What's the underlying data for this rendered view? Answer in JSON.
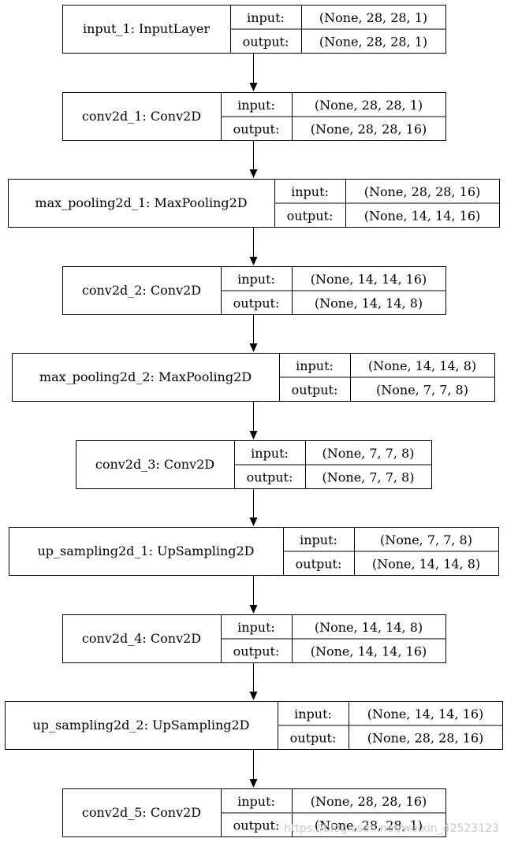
{
  "layers": [
    {
      "name": "input_1: InputLayer",
      "input_label": "input:",
      "output_label": "output:",
      "input_shape": "(None, 28, 28, 1)",
      "output_shape": "(None, 28, 28, 1)"
    },
    {
      "name": "conv2d_1: Conv2D",
      "input_label": "input:",
      "output_label": "output:",
      "input_shape": "(None, 28, 28, 1)",
      "output_shape": "(None, 28, 28, 16)"
    },
    {
      "name": "max_pooling2d_1: MaxPooling2D",
      "input_label": "input:",
      "output_label": "output:",
      "input_shape": "(None, 28, 28, 16)",
      "output_shape": "(None, 14, 14, 16)"
    },
    {
      "name": "conv2d_2: Conv2D",
      "input_label": "input:",
      "output_label": "output:",
      "input_shape": "(None, 14, 14, 16)",
      "output_shape": "(None, 14, 14, 8)"
    },
    {
      "name": "max_pooling2d_2: MaxPooling2D",
      "input_label": "input:",
      "output_label": "output:",
      "input_shape": "(None, 14, 14, 8)",
      "output_shape": "(None, 7, 7, 8)"
    },
    {
      "name": "conv2d_3: Conv2D",
      "input_label": "input:",
      "output_label": "output:",
      "input_shape": "(None, 7, 7, 8)",
      "output_shape": "(None, 7, 7, 8)"
    },
    {
      "name": "up_sampling2d_1: UpSampling2D",
      "input_label": "input:",
      "output_label": "output:",
      "input_shape": "(None, 7, 7, 8)",
      "output_shape": "(None, 14, 14, 8)"
    },
    {
      "name": "conv2d_4: Conv2D",
      "input_label": "input:",
      "output_label": "output:",
      "input_shape": "(None, 14, 14, 8)",
      "output_shape": "(None, 14, 14, 16)"
    },
    {
      "name": "up_sampling2d_2: UpSampling2D",
      "input_label": "input:",
      "output_label": "output:",
      "input_shape": "(None, 14, 14, 16)",
      "output_shape": "(None, 28, 28, 16)"
    },
    {
      "name": "conv2d_5: Conv2D",
      "input_label": "input:",
      "output_label": "output:",
      "input_shape": "(None, 28, 28, 16)",
      "output_shape": "(None, 28, 28, 1)"
    }
  ],
  "watermark": "https://blog.csdn.net/weixin_42523123"
}
